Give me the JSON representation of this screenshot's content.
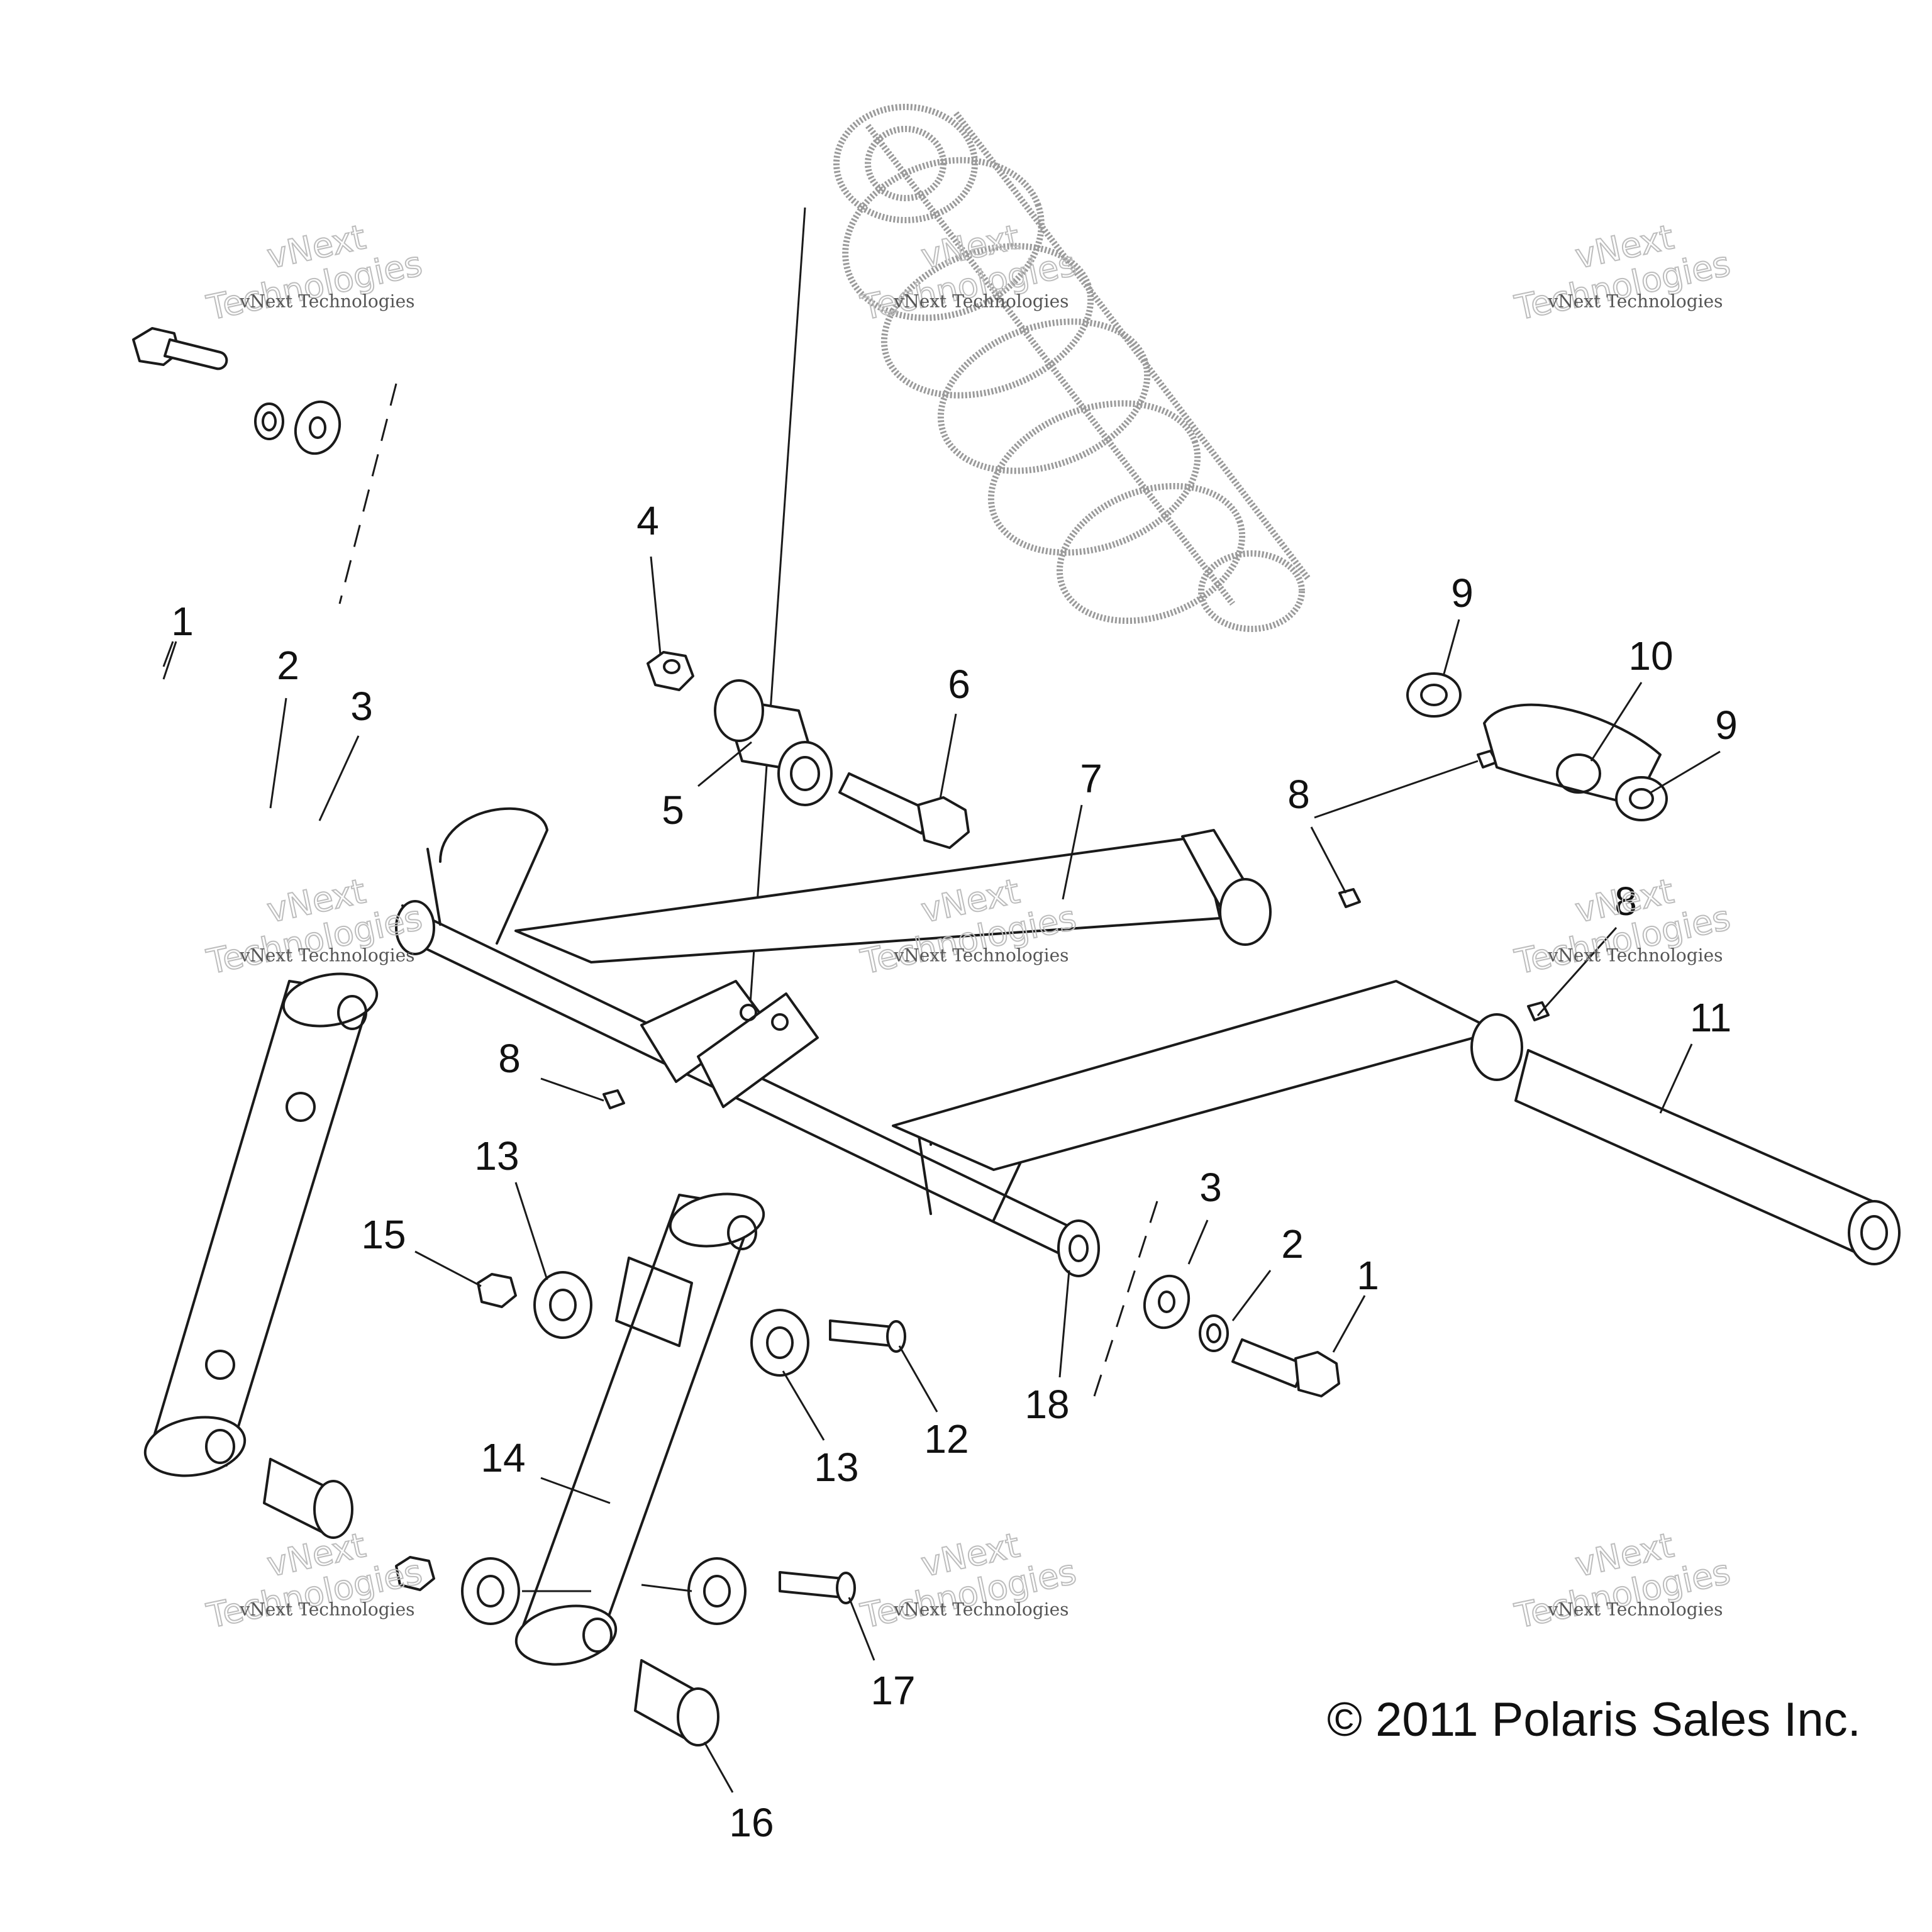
{
  "callouts": {
    "c1a": "1",
    "c2a": "2",
    "c3a": "3",
    "c4": "4",
    "c5": "5",
    "c6": "6",
    "c7": "7",
    "c8a": "8",
    "c8b": "8",
    "c8c": "8",
    "c9a": "9",
    "c9b": "9",
    "c10": "10",
    "c11": "11",
    "c12": "12",
    "c13a": "13",
    "c13b": "13",
    "c14": "14",
    "c15": "15",
    "c16": "16",
    "c17": "17",
    "c18": "18",
    "c3b": "3",
    "c2b": "2",
    "c1b": "1"
  },
  "watermark": {
    "small": "vNext Technologies",
    "large_1": "vNext",
    "large_2": "Technologies"
  },
  "copyright": "© 2011 Polaris Sales Inc.",
  "colors": {
    "line": "#1a1a1a",
    "ghost": "#9a9a9a",
    "watermark": "#bdbdbd"
  }
}
